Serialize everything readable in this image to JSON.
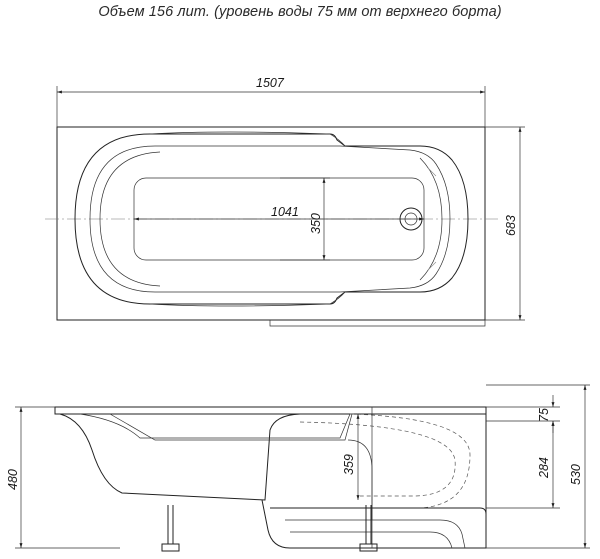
{
  "caption": "Объем 156 лит. (уровень воды 75 мм от верхнего борта)",
  "dimensions": {
    "overall_length": "1507",
    "overall_width": "683",
    "inner_length": "1041",
    "inner_width": "350",
    "water_level_offset": "75",
    "inner_depth": "359",
    "tile_depth": "284",
    "total_height": "530",
    "front_height": "480"
  }
}
